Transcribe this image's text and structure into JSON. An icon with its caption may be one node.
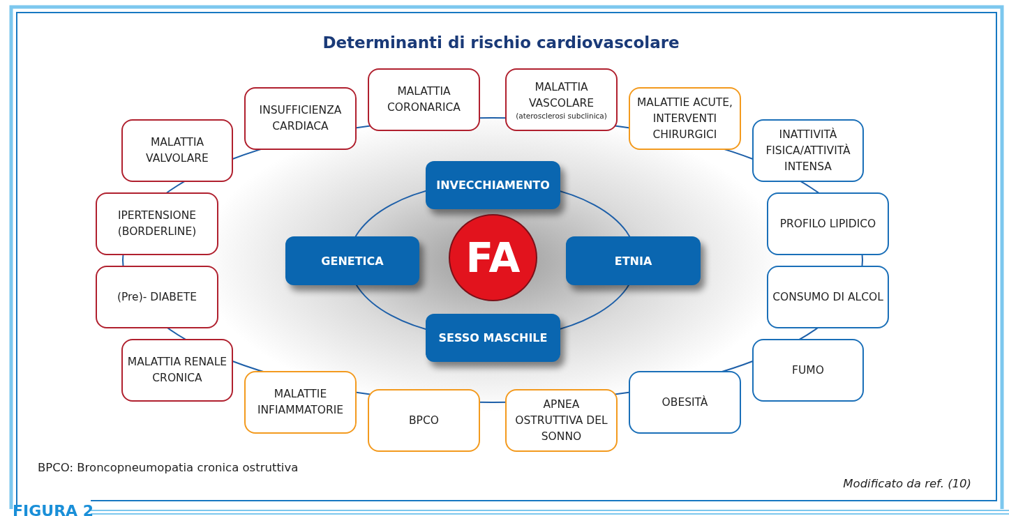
{
  "diagram": {
    "title": "Determinanti di rischio cardiovascolare",
    "nodes": [
      {
        "text": [
          "MALATTIA CORONARICA"
        ]
      },
      {
        "text": [
          "MALATTIA VASCOLARE",
          "(aterosclerosi subclinica)"
        ]
      },
      {
        "text": [
          "INSUFFICIENZA CARDIACA"
        ]
      },
      {
        "text": [
          "MALATTIE ACUTE, INTERVENTI CHIRURGICI"
        ]
      },
      {
        "text": [
          "MALATTIA VALVOLARE"
        ]
      },
      {
        "text": [
          "INATTIVITÀ FISICA/ATTIVITÀ INTENSA"
        ]
      },
      {
        "text": [
          "INVECCHIAMENTO"
        ]
      },
      {
        "text": [
          "IPERTENSIONE (BORDERLINE)"
        ]
      },
      {
        "text": [
          "PROFILO LIPIDICO"
        ]
      },
      {
        "text": [
          "GENETICA"
        ]
      },
      {
        "text": [
          "FA"
        ]
      },
      {
        "text": [
          "ETNIA"
        ]
      },
      {
        "text": [
          "(Pre)- DIABETE"
        ]
      },
      {
        "text": [
          "CONSUMO DI ALCOL"
        ]
      },
      {
        "text": [
          "SESSO MASCHILE"
        ]
      },
      {
        "text": [
          "MALATTIA RENALE CRONICA"
        ]
      },
      {
        "text": [
          "FUMO"
        ]
      },
      {
        "text": [
          "MALATTIE INFIAMMATORIE"
        ]
      },
      {
        "text": [
          "OBESITÀ"
        ]
      },
      {
        "text": [
          "BPCO"
        ]
      },
      {
        "text": [
          "APNEA OSTRUTTIVA DEL SONNO"
        ]
      }
    ],
    "labels": [
      "BPCO: Broncopneumopatia cronica ostruttiva",
      "Modificato da ref. (10)",
      "FIGURA 2"
    ]
  }
}
